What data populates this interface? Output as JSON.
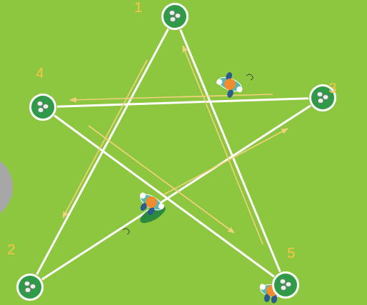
{
  "diagram": {
    "nodes": [
      {
        "text": [
          "1"
        ]
      },
      {
        "text": [
          "4"
        ]
      },
      {
        "text": [
          "3"
        ]
      },
      {
        "text": [
          "2"
        ]
      },
      {
        "text": [
          "5"
        ]
      }
    ],
    "edges": [
      {
        "from": 0,
        "to": 3,
        "arrow": "none"
      },
      {
        "from": 0,
        "to": 4,
        "arrow": "none"
      },
      {
        "from": 3,
        "to": 2,
        "arrow": "none"
      },
      {
        "from": 2,
        "to": 1,
        "arrow": "none"
      },
      {
        "from": 1,
        "to": 4,
        "arrow": "none"
      }
    ]
  }
}
